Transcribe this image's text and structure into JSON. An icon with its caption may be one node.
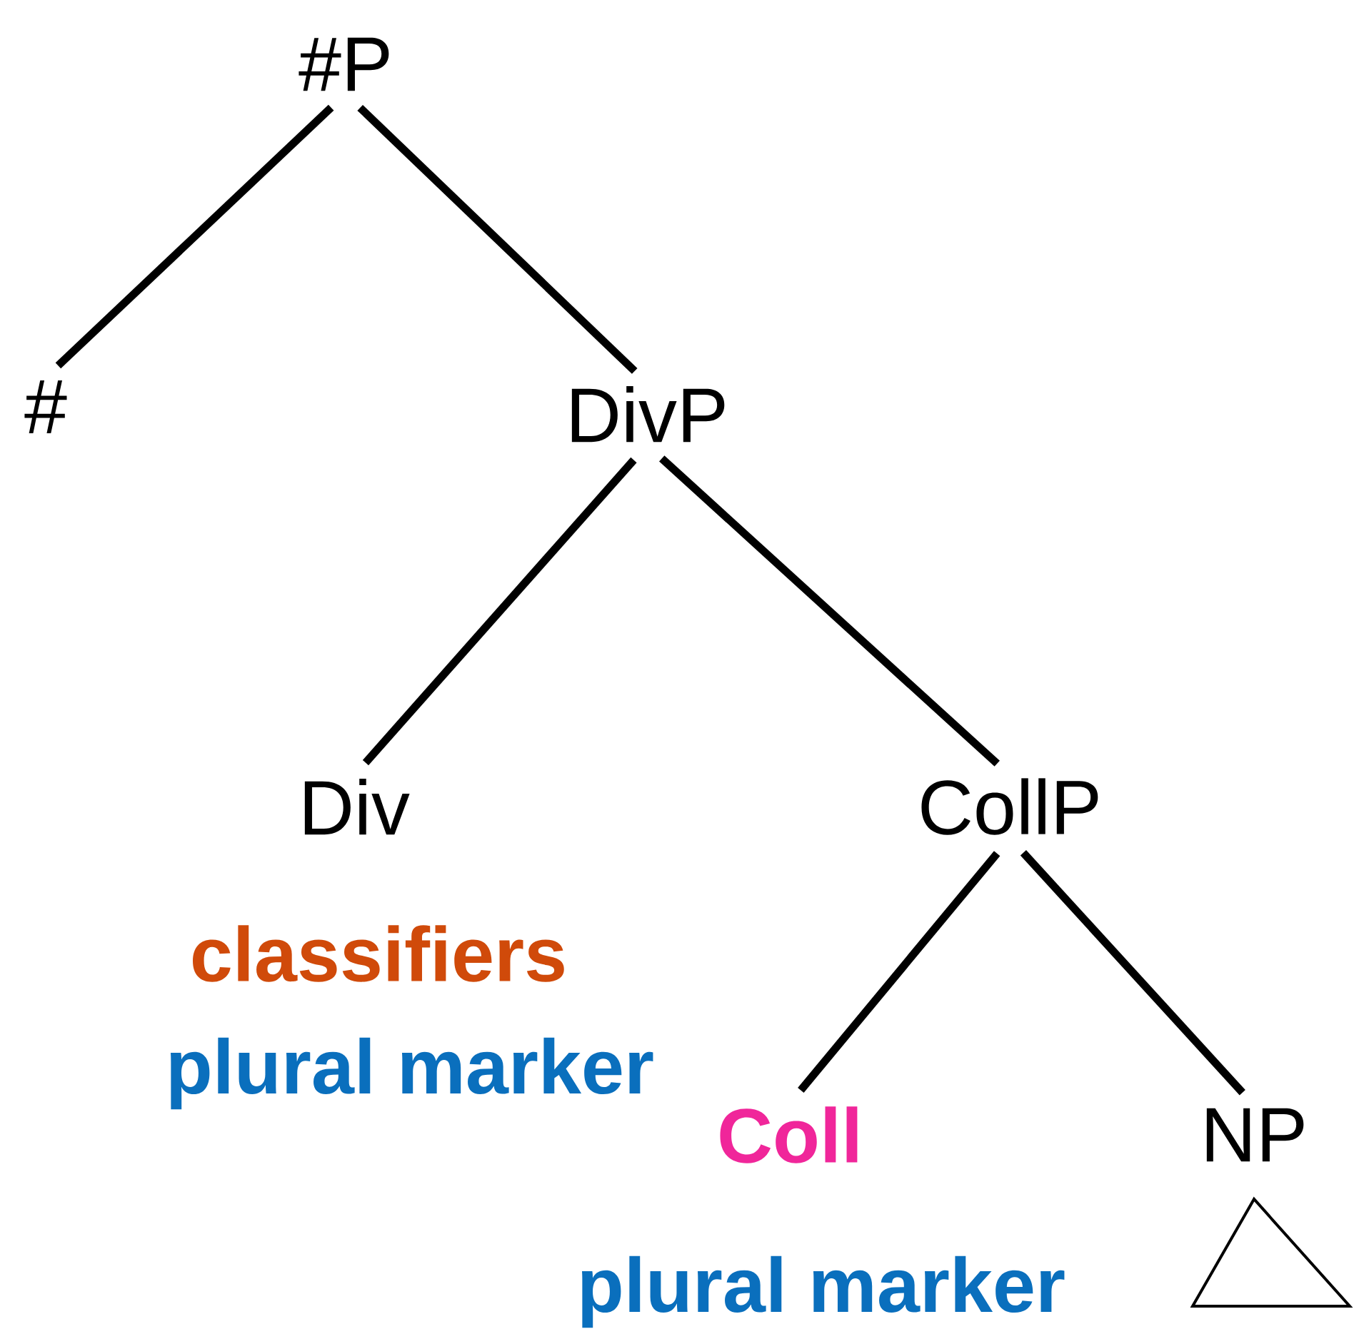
{
  "diagram": {
    "nodes": [
      {
        "text": [
          "#P"
        ]
      },
      {
        "text": [
          "#"
        ]
      },
      {
        "text": [
          "DivP"
        ]
      },
      {
        "text": [
          "Div"
        ],
        "beside": [
          "classifiers",
          "plural marker"
        ]
      },
      {
        "text": [
          "CollP"
        ]
      },
      {
        "text": [
          "Coll"
        ],
        "beside": [
          "plural marker"
        ]
      },
      {
        "text": [
          "NP"
        ]
      }
    ],
    "edges": [
      {
        "from": 0,
        "to": 1,
        "arrow": "none"
      },
      {
        "from": 0,
        "to": 2,
        "arrow": "none"
      },
      {
        "from": 2,
        "to": 3,
        "arrow": "none"
      },
      {
        "from": 2,
        "to": 4,
        "arrow": "none"
      },
      {
        "from": 4,
        "to": 5,
        "arrow": "none"
      },
      {
        "from": 4,
        "to": 6,
        "arrow": "none"
      }
    ]
  }
}
